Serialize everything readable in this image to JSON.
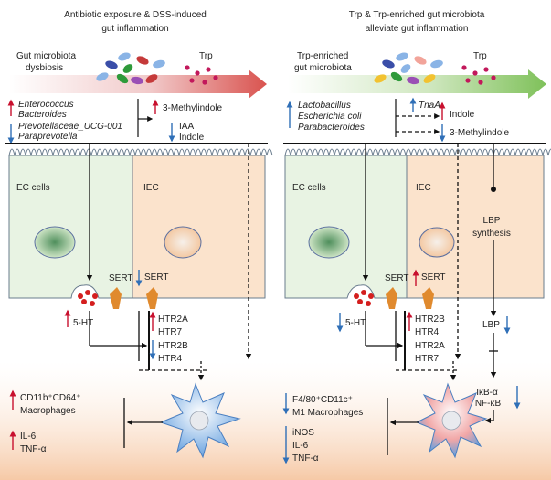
{
  "colors": {
    "red": "#c8102e",
    "green": "#4e9a32",
    "blue": "#2f6fb7",
    "ec_fill": "#e8f3e3",
    "iec_fill": "#fbe3cc"
  },
  "left": {
    "title_line1": "Antibiotic exposure & DSS-induced",
    "title_line2": "gut inflammation",
    "dysbiosis_line1": "Gut microbiota",
    "dysbiosis_line2": "dysbiosis",
    "trp": "Trp",
    "taxa_up": [
      "Enterococcus",
      "Bacteroides"
    ],
    "taxa_down": [
      "Prevotellaceae_UCG-001",
      "Paraprevotella"
    ],
    "met_up": "3-Methylindole",
    "met_down": [
      "IAA",
      "Indole"
    ],
    "ec_label": "EC cells",
    "iec_label": "IEC",
    "sert": "SERT",
    "ht5": "5-HT",
    "receptors": [
      "HTR2A",
      "HTR7",
      "HTR2B",
      "HTR4"
    ],
    "outcome_line1": "CD11b⁺CD64⁺",
    "outcome_line2": "Macrophages",
    "cytokines": [
      "IL-6",
      "TNF-α"
    ]
  },
  "right": {
    "title_line1": "Trp & Trp-enriched gut microbiota",
    "title_line2": "alleviate gut inflammation",
    "microbiota_line1": "Trp-enriched",
    "microbiota_line2": "gut microbiota",
    "trp": "Trp",
    "taxa_up": [
      "Lactobacillus",
      "Escherichia coli",
      "Parabacteroides"
    ],
    "tnaa": "TnaA",
    "met_up": "Indole",
    "met_down": "3-Methylindole",
    "ec_label": "EC cells",
    "iec_label": "IEC",
    "lbp_line1": "LBP",
    "lbp_line2": "synthesis",
    "sert": "SERT",
    "ht5": "5-HT",
    "receptors": [
      "HTR2B",
      "HTR4",
      "HTR2A",
      "HTR7"
    ],
    "lbp": "LBP",
    "ikb": "IκB-α",
    "nfkb": "NF-κB",
    "outcome_line1": "F4/80⁺CD11c⁺",
    "outcome_line2": "M1 Macrophages",
    "cytokines": [
      "iNOS",
      "IL-6",
      "TNF-α"
    ]
  }
}
